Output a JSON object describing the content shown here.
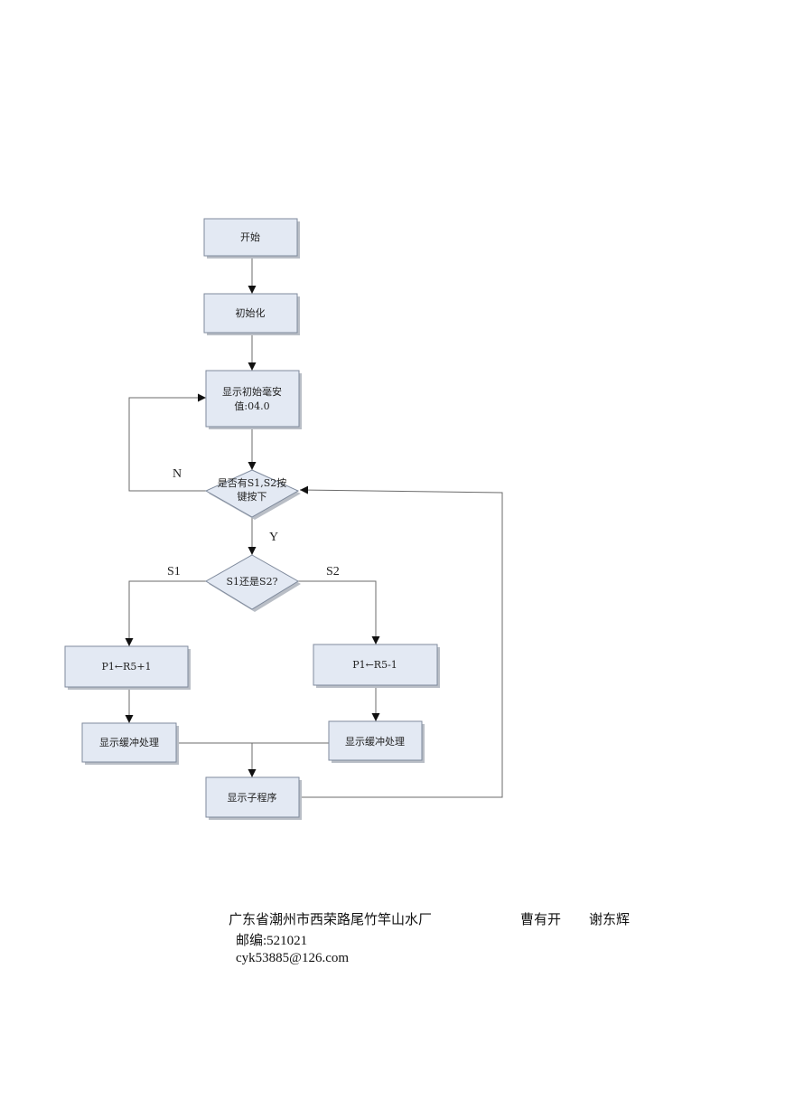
{
  "flowchart": {
    "nodes": {
      "start": "开始",
      "init": "初始化",
      "show_init_line1": "显示初始毫安",
      "show_init_line2": "值:04.0",
      "key_pressed_line1": "是否有S1,S2按",
      "key_pressed_line2": "键按下",
      "which_key": "S1还是S2?",
      "p1_inc": "P1←R5+1",
      "p1_dec": "P1←R5-1",
      "display_buffer_left": "显示缓冲处理",
      "display_buffer_right": "显示缓冲处理",
      "display_subroutine": "显示子程序"
    },
    "edge_labels": {
      "no": "N",
      "yes": "Y",
      "s1": "S1",
      "s2": "S2"
    }
  },
  "footer": {
    "address": "广东省潮州市西荣路尾竹竿山水厂",
    "author1": "曹有开",
    "author2": "谢东辉",
    "postcode": "邮编:521021",
    "email": "cyk53885@126.com"
  }
}
